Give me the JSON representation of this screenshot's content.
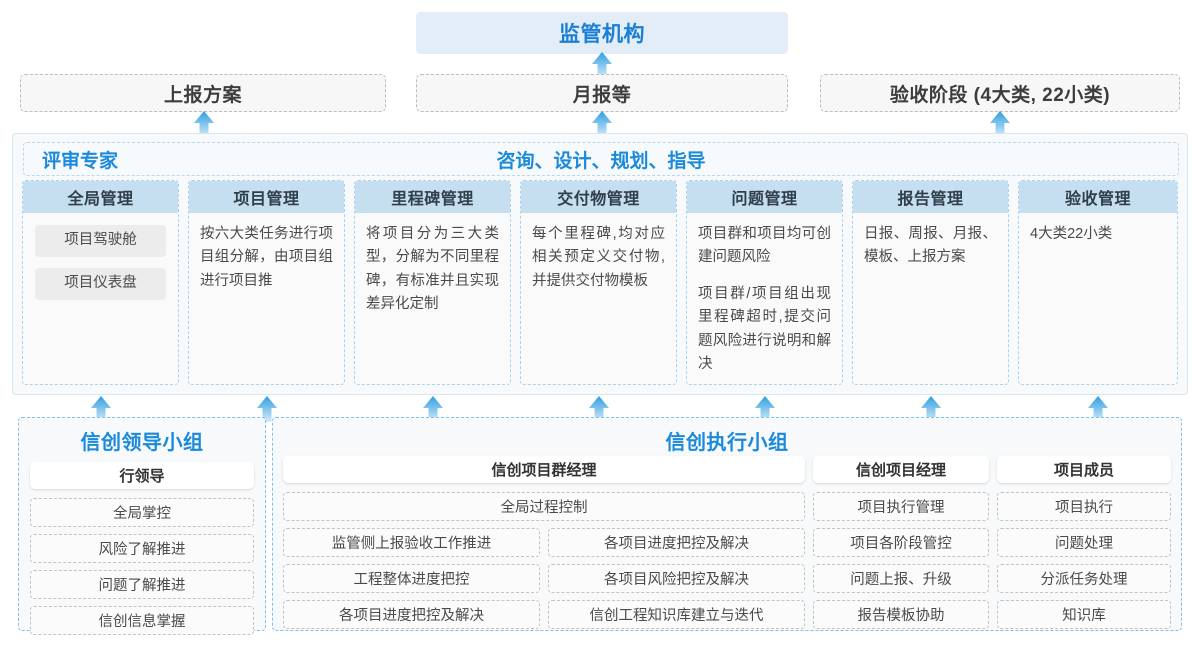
{
  "top": {
    "regulator": {
      "label": "监管机构"
    },
    "submissions": [
      {
        "label": "上报方案"
      },
      {
        "label": "月报等"
      },
      {
        "label": "验收阶段 (4大类, 22小类)"
      }
    ]
  },
  "middle": {
    "header_left": "评审专家",
    "header_center": "咨询、设计、规划、指导",
    "columns": [
      {
        "title": "全局管理",
        "type": "pills",
        "pills": [
          "项目驾驶舱",
          "项目仪表盘"
        ],
        "paragraphs": []
      },
      {
        "title": "项目管理",
        "type": "text",
        "pills": [],
        "paragraphs": [
          "按六大类任务进行项目组分解，由项目组进行项目推"
        ]
      },
      {
        "title": "里程碑管理",
        "type": "text",
        "pills": [],
        "paragraphs": [
          "将项目分为三大类型，分解为不同里程碑，有标准并且实现差异化定制"
        ]
      },
      {
        "title": "交付物管理",
        "type": "text",
        "pills": [],
        "paragraphs": [
          "每个里程碑,均对应相关预定义交付物,并提供交付物模板"
        ]
      },
      {
        "title": "问题管理",
        "type": "text",
        "pills": [],
        "paragraphs": [
          "项目群和项目均可创建问题风险",
          "项目群/项目组出现里程碑超时,提交问题风险进行说明和解决"
        ]
      },
      {
        "title": "报告管理",
        "type": "text",
        "pills": [],
        "paragraphs": [
          "日报、周报、月报、模板、上报方案"
        ]
      },
      {
        "title": "验收管理",
        "type": "text",
        "pills": [],
        "paragraphs": [
          "4大类22小类"
        ]
      }
    ]
  },
  "bottom": {
    "left_group": {
      "title": "信创领导小组",
      "role": "行领导",
      "tasks": [
        "全局掌控",
        "风险了解推进",
        "问题了解推进",
        "信创信息掌握"
      ]
    },
    "right_group": {
      "title": "信创执行小组",
      "program_manager": {
        "role": "信创项目群经理",
        "full_width_task": "全局过程控制",
        "tasks_left": [
          "监管侧上报验收工作推进",
          "工程整体进度把控",
          "各项目进度把控及解决"
        ],
        "tasks_right": [
          "各项目进度把控及解决",
          "各项目风险把控及解决",
          "信创工程知识库建立与迭代"
        ]
      },
      "project_manager": {
        "role": "信创项目经理",
        "tasks": [
          "项目执行管理",
          "项目各阶段管控",
          "问题上报、升级",
          "报告模板协助"
        ]
      },
      "member": {
        "role": "项目成员",
        "tasks": [
          "项目执行",
          "问题处理",
          "分派任务处理",
          "知识库"
        ]
      }
    }
  },
  "colors": {
    "accent_blue": "#1b8ada",
    "header_fill": "#c5dff0",
    "regulator_fill": "#e3edf7",
    "arrow_top": "#2f9fe0",
    "arrow_bottom": "#cfe9f8"
  },
  "arrow_icon_name": "up-arrow-icon"
}
